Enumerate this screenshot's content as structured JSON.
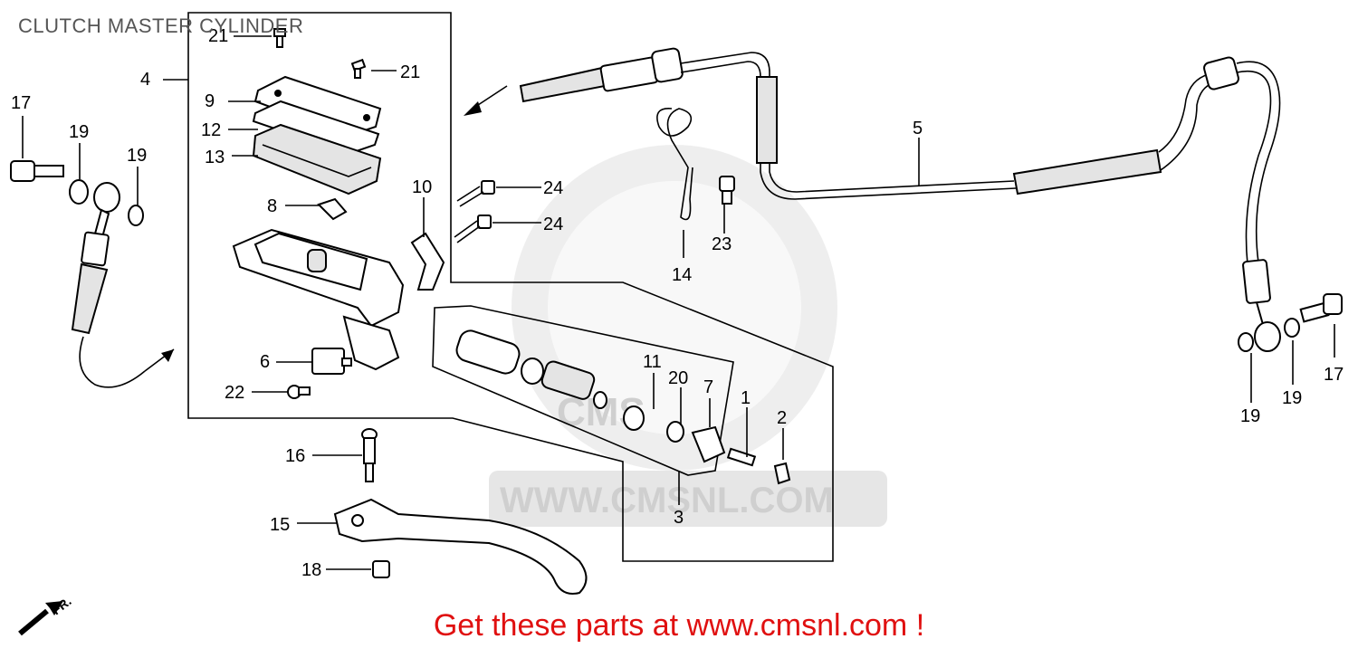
{
  "diagram": {
    "title": "CLUTCH MASTER CYLINDER",
    "watermark_text": "WWW.CMSNL.COM",
    "watermark_logo_text": "CMS",
    "direction_label": "FR.",
    "promo_text": "Get these parts at www.cmsnl.com !",
    "callouts": {
      "c1": "1",
      "c2": "2",
      "c3": "3",
      "c4": "4",
      "c5": "5",
      "c6": "6",
      "c7": "7",
      "c8": "8",
      "c9": "9",
      "c10": "10",
      "c11": "11",
      "c12": "12",
      "c13": "13",
      "c14": "14",
      "c15": "15",
      "c16": "16",
      "c17a": "17",
      "c17b": "17",
      "c18": "18",
      "c19a": "19",
      "c19b": "19",
      "c19c": "19",
      "c19d": "19",
      "c20": "20",
      "c21a": "21",
      "c21b": "21",
      "c22": "22",
      "c23": "23",
      "c24a": "24",
      "c24b": "24"
    },
    "colors": {
      "promo": "#e01010",
      "title": "#555555",
      "watermark": "#d9d9d9",
      "line": "#000000"
    }
  }
}
